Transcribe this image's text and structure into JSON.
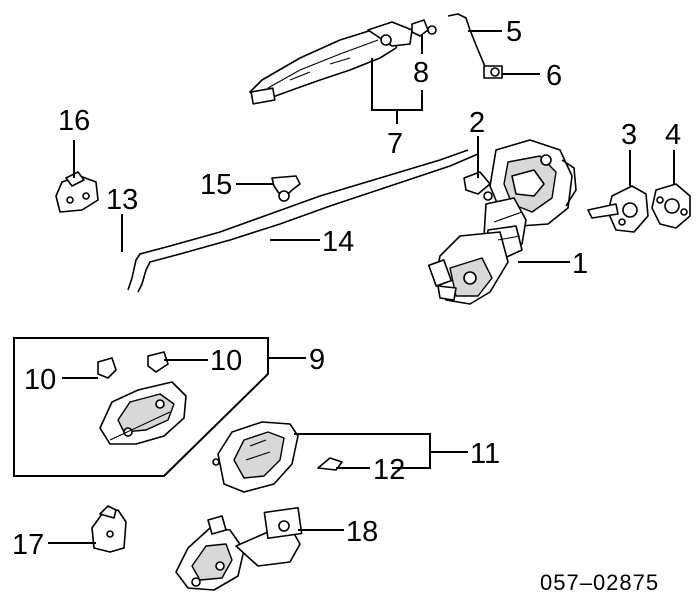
{
  "diagram": {
    "callouts": {
      "n1": "1",
      "n2": "2",
      "n3": "3",
      "n4": "4",
      "n5": "5",
      "n6": "6",
      "n7": "7",
      "n8": "8",
      "n9": "9",
      "n10a": "10",
      "n10b": "10",
      "n11": "11",
      "n12": "12",
      "n13": "13",
      "n14": "14",
      "n15": "15",
      "n16": "16",
      "n17": "17",
      "n18": "18"
    },
    "figure_code": "057–02875"
  }
}
